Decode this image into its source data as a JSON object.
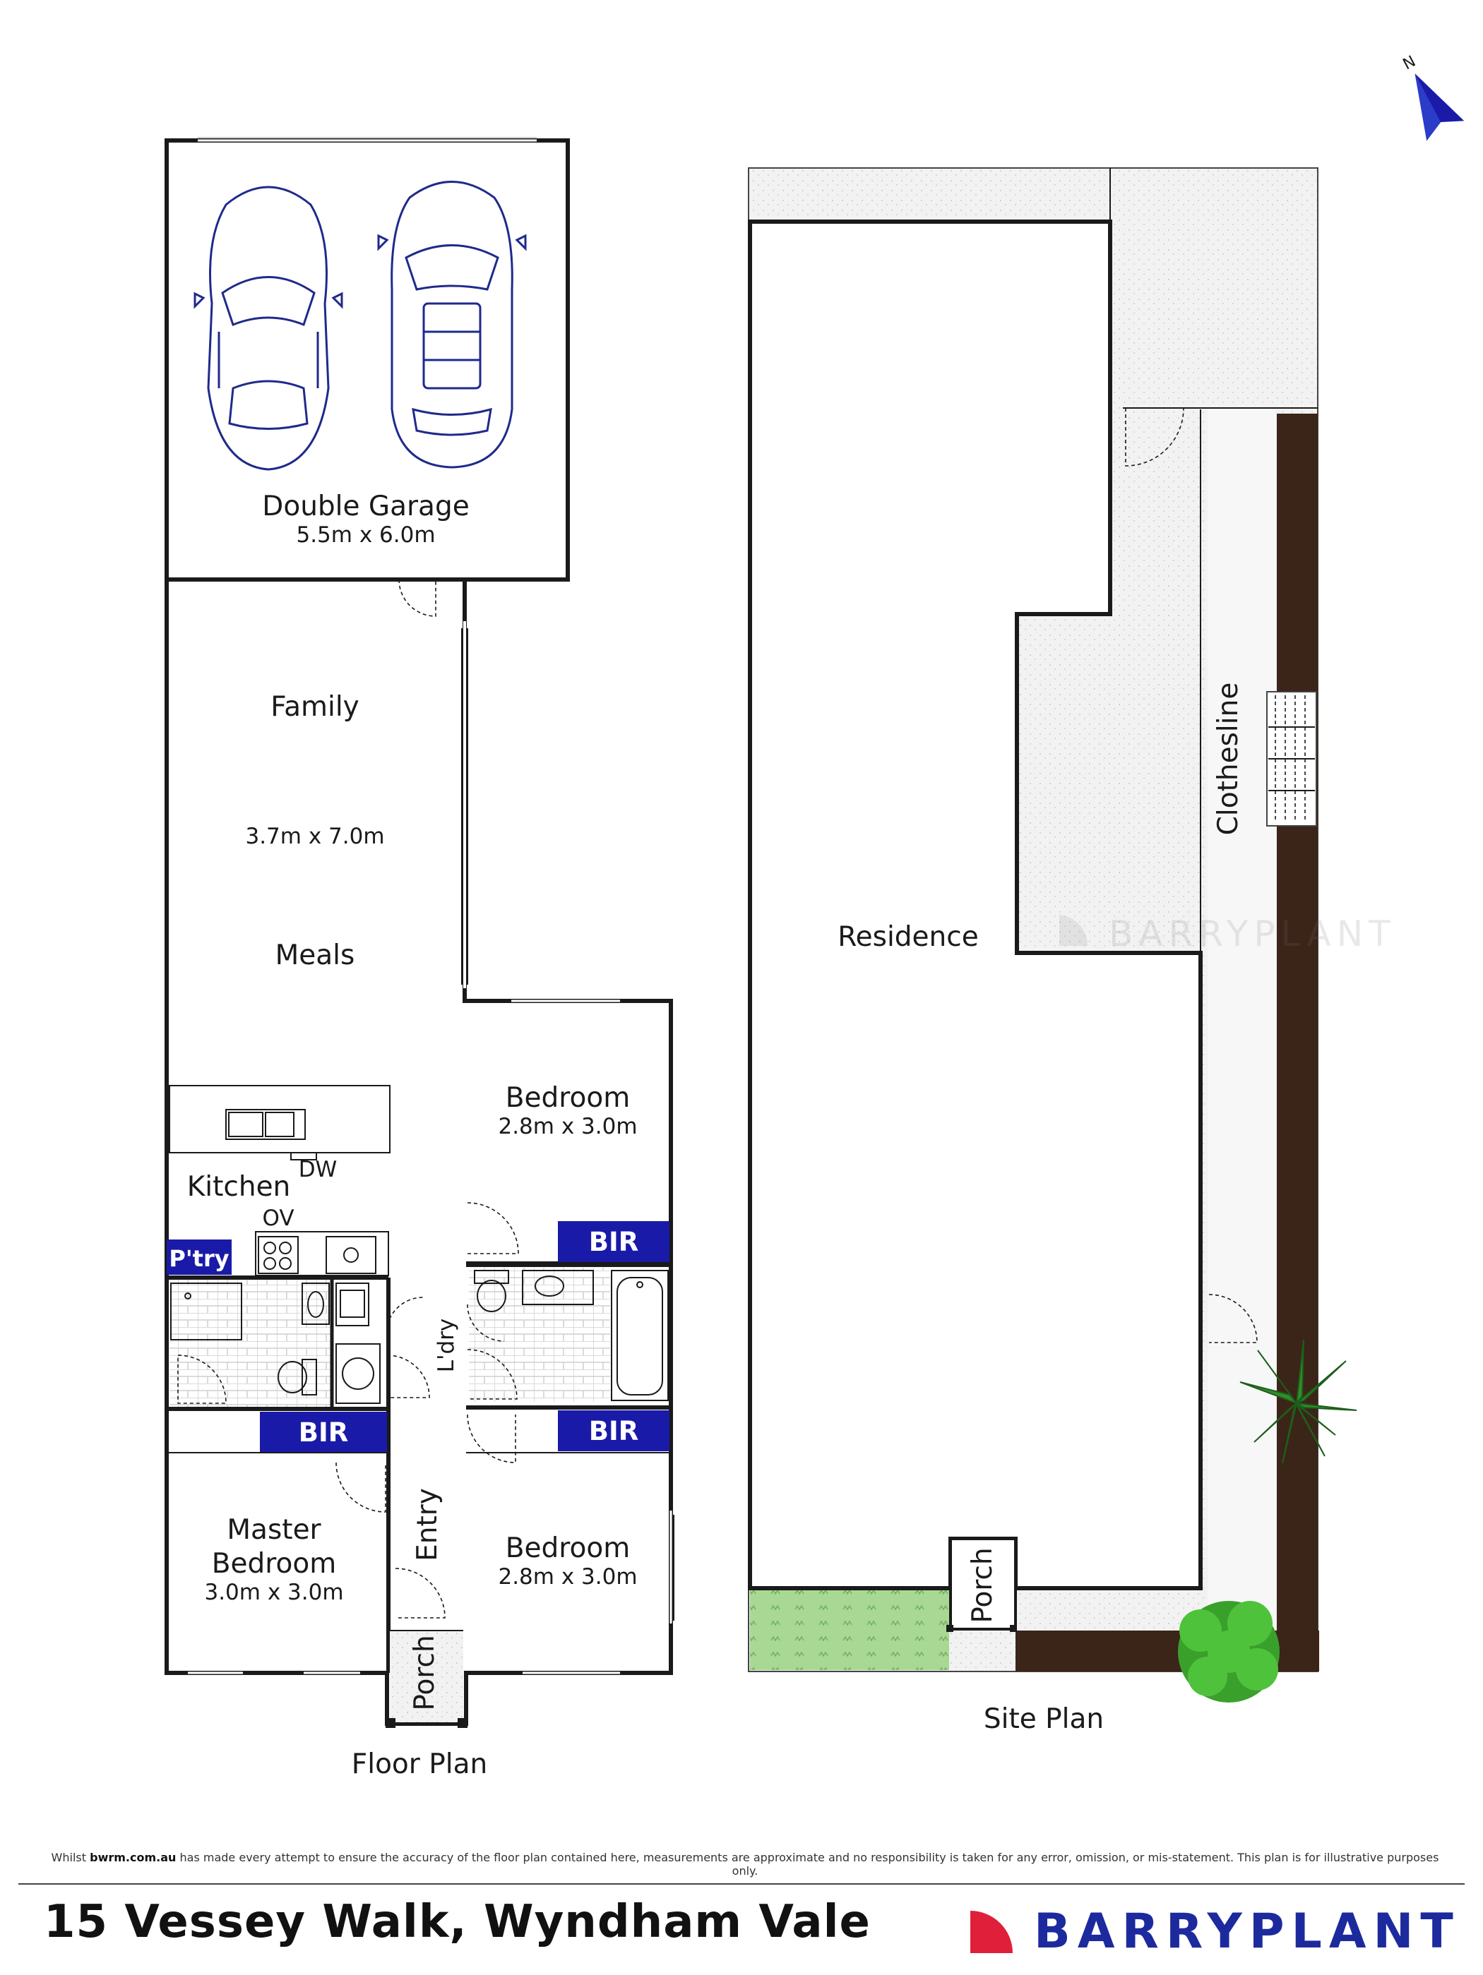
{
  "compass": {
    "label": "N",
    "icon": "north-arrow-icon"
  },
  "floor_plan": {
    "title": "Floor Plan",
    "garage": {
      "name": "Double Garage",
      "size": "5.5m x 6.0m"
    },
    "family": {
      "name": "Family",
      "size": "3.7m x 7.0m"
    },
    "meals": {
      "name": "Meals"
    },
    "kitchen": {
      "name": "Kitchen",
      "dw": "DW",
      "ov": "OV",
      "pantry": "P'try"
    },
    "bedroom_top": {
      "name": "Bedroom",
      "size": "2.8m x 3.0m",
      "bir": "BIR"
    },
    "bedroom_bottom": {
      "name": "Bedroom",
      "size": "2.8m x 3.0m",
      "bir": "BIR"
    },
    "master": {
      "name_line1": "Master",
      "name_line2": "Bedroom",
      "size": "3.0m x 3.0m",
      "bir": "BIR"
    },
    "laundry": "L'dry",
    "entry": "Entry",
    "porch": "Porch"
  },
  "site_plan": {
    "title": "Site Plan",
    "residence": "Residence",
    "clothesline": "Clothesline",
    "porch": "Porch",
    "watermark": "BARRYPLANT"
  },
  "footer": {
    "disclaimer_prefix": "Whilst",
    "disclaimer_site": "bwrm.com.au",
    "disclaimer_rest": "has made every attempt to ensure the accuracy of the floor plan contained here, measurements are approximate and no responsibility is taken for any error, omission, or mis-statement. This plan is for illustrative purposes only.",
    "address": "15 Vessey Walk, Wyndham Vale",
    "brand": "BARRYPLANT"
  },
  "colors": {
    "blue": "#1a1aa8",
    "fence": "#3b2418",
    "lawn": "#a7d795",
    "paving": "#f0f0f0",
    "brand_red": "#e0203a",
    "brand_blue": "#1d2a9e"
  }
}
